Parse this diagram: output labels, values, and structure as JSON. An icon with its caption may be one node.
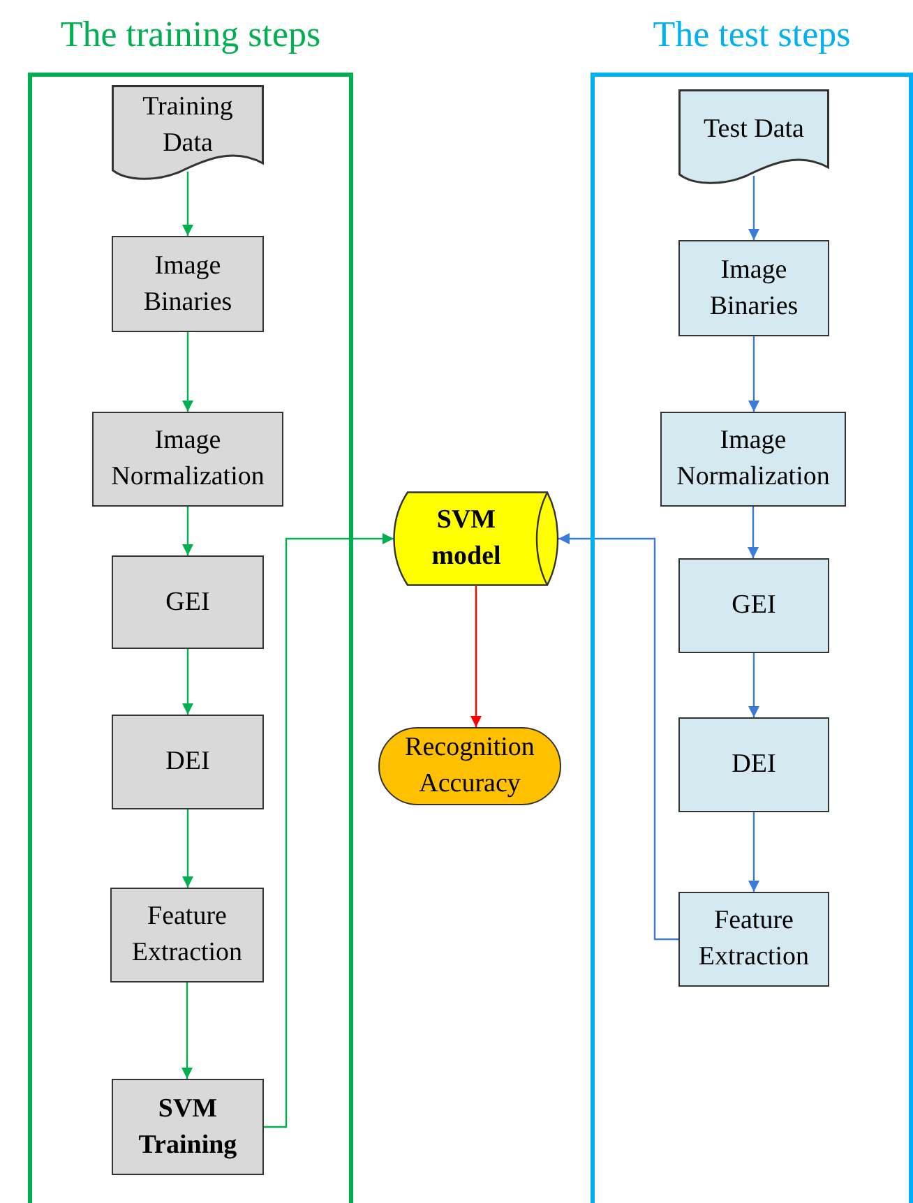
{
  "diagram": {
    "nodes": [
      {
        "text": [
          "The training steps"
        ]
      },
      {
        "text": [
          "Training Data"
        ],
        "in": 0
      },
      {
        "text": [
          "Image Binaries"
        ],
        "in": 0
      },
      {
        "text": [
          "Image Normalization"
        ],
        "in": 0
      },
      {
        "text": [
          "GEI"
        ],
        "in": 0
      },
      {
        "text": [
          "DEI"
        ],
        "in": 0
      },
      {
        "text": [
          "Feature Extraction"
        ],
        "in": 0
      },
      {
        "text": [
          "SVM Training"
        ],
        "in": 0
      },
      {
        "text": [
          "SVM model"
        ]
      },
      {
        "text": [
          "Recognition Accuracy"
        ]
      },
      {
        "text": [
          "The test steps"
        ]
      },
      {
        "text": [
          "Test Data"
        ],
        "in": 10
      },
      {
        "text": [
          "Image Binaries"
        ],
        "in": 10
      },
      {
        "text": [
          "Image Normalization"
        ],
        "in": 10
      },
      {
        "text": [
          "GEI"
        ],
        "in": 10
      },
      {
        "text": [
          "DEI"
        ],
        "in": 10
      },
      {
        "text": [
          "Feature Extraction"
        ],
        "in": 10
      }
    ],
    "edges": [
      {
        "from": 1,
        "to": 2,
        "arrow": "to"
      },
      {
        "from": 2,
        "to": 3,
        "arrow": "to"
      },
      {
        "from": 3,
        "to": 4,
        "arrow": "to"
      },
      {
        "from": 4,
        "to": 5,
        "arrow": "to"
      },
      {
        "from": 5,
        "to": 6,
        "arrow": "to"
      },
      {
        "from": 6,
        "to": 7,
        "arrow": "to"
      },
      {
        "from": 7,
        "to": 8,
        "arrow": "to"
      },
      {
        "from": 8,
        "to": 9,
        "arrow": "to",
        "color": "#ff0000"
      },
      {
        "from": 11,
        "to": 12,
        "arrow": "to",
        "color": "#3a7bd5"
      },
      {
        "from": 12,
        "to": 13,
        "arrow": "to",
        "color": "#3a7bd5"
      },
      {
        "from": 13,
        "to": 14,
        "arrow": "to",
        "color": "#3a7bd5"
      },
      {
        "from": 14,
        "to": 15,
        "arrow": "to",
        "color": "#3a7bd5"
      },
      {
        "from": 15,
        "to": 16,
        "arrow": "to",
        "color": "#3a7bd5"
      },
      {
        "from": 16,
        "to": 8,
        "arrow": "to",
        "color": "#3a7bd5"
      }
    ]
  }
}
